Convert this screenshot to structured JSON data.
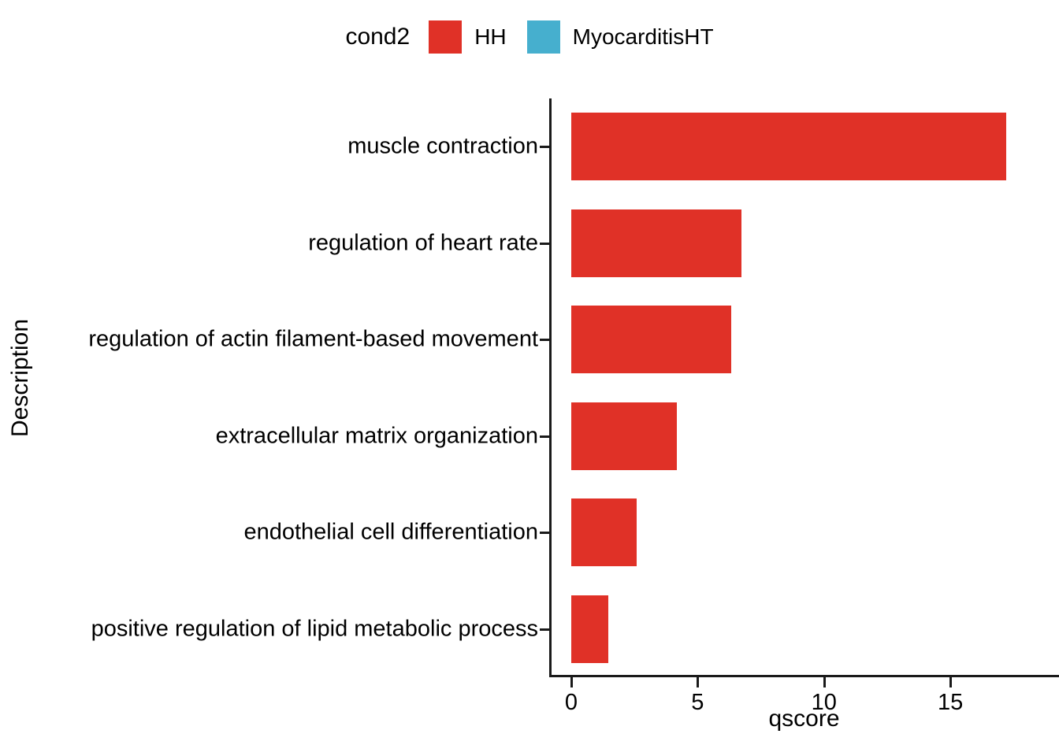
{
  "chart_data": {
    "type": "bar",
    "orientation": "horizontal",
    "title": "",
    "xlabel": "qscore",
    "ylabel": "Description",
    "xlim": [
      0,
      19.3
    ],
    "xticks": [
      0,
      5,
      10,
      15
    ],
    "xtick_labels": [
      "0",
      "5",
      "10",
      "15"
    ],
    "grid": false,
    "legend": {
      "title": "cond2",
      "position": "top",
      "entries": [
        {
          "label": "HH",
          "color": "#E03127"
        },
        {
          "label": "MyocarditisHT",
          "color": "#46AFCE"
        }
      ]
    },
    "categories": [
      "muscle contraction",
      "regulation of heart rate",
      "regulation of actin filament-based movement",
      "extracellular matrix organization",
      "endothelial cell differentiation",
      "positive regulation of lipid metabolic process"
    ],
    "series": [
      {
        "name": "HH",
        "color": "#E03127",
        "values": [
          17.2,
          6.75,
          6.33,
          4.18,
          2.6,
          1.46
        ]
      }
    ]
  },
  "colors": {
    "hh": "#E03127",
    "myocarditis_ht": "#46AFCE",
    "axis": "#1a1a1a",
    "background": "#ffffff",
    "text": "#000000"
  }
}
